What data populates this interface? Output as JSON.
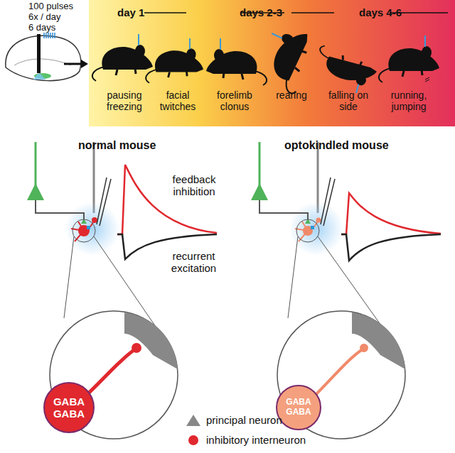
{
  "diagram": {
    "nodes": [
      {
        "text": [
          "day 1",
          "days 2-3",
          "days 4-6",
          "pausing freezing",
          "facial twitches",
          "forelimb clonus",
          "rearing",
          "falling on side",
          "running, jumping"
        ]
      },
      {
        "text": [
          "GABA GABA"
        ]
      },
      {
        "text": [
          "GABA GABA"
        ]
      }
    ],
    "labels": [
      "100 pulses",
      "6x / day",
      "6 days",
      "normal mouse",
      "optokindled mouse",
      "feedback inhibition",
      "recurrent excitation"
    ],
    "legend": [
      {
        "text": "principal neuron"
      },
      {
        "text": "inhibitory interneuron"
      }
    ]
  }
}
